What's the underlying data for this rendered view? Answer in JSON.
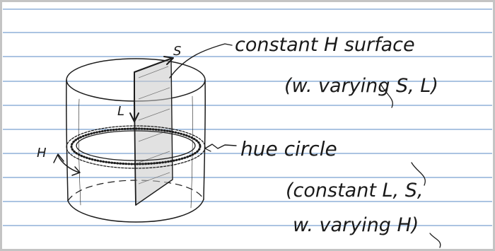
{
  "labels": {
    "s_axis": "S",
    "l_axis": "L",
    "h_axis": "H",
    "surface_title": "constant H surface",
    "surface_note": "(w. varying S, L)",
    "hue_title": "hue circle",
    "hue_note_1": "(constant L, S,",
    "hue_note_2": "w. varying H)"
  },
  "colors": {
    "paper": "#ffffff",
    "ruled_line": "#8fb1d9",
    "ink": "#1c1c1c",
    "frame_shadow": "#b9b9b9"
  }
}
